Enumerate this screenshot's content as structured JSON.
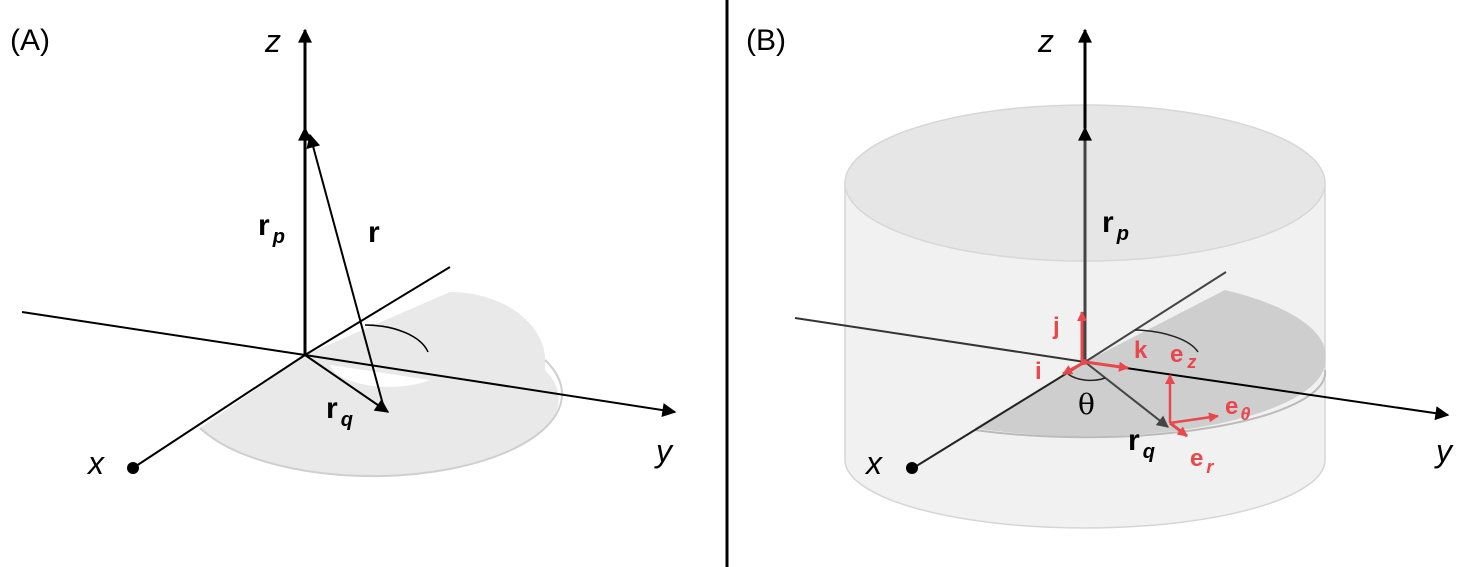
{
  "panel_a": {
    "label": "(A)",
    "axis_x": "x",
    "axis_y": "y",
    "axis_z": "z",
    "vec_rp": "r",
    "vec_rp_sub": "p",
    "vec_r": "r",
    "vec_rq": "r",
    "vec_rq_sub": "q"
  },
  "panel_b": {
    "label": "(B)",
    "axis_x": "x",
    "axis_y": "y",
    "axis_z": "z",
    "vec_rp": "r",
    "vec_rp_sub": "p",
    "vec_rq": "r",
    "vec_rq_sub": "q",
    "angle": "θ",
    "unit_i": "i",
    "unit_j": "j",
    "unit_k": "k",
    "unit_ez": "e",
    "unit_ez_sub": "z",
    "unit_etheta": "e",
    "unit_etheta_sub": "θ",
    "unit_er": "e",
    "unit_er_sub": "r"
  },
  "colors": {
    "unit_vector": "#e8474c",
    "surface": "#e6e6e6",
    "axis": "#000000"
  }
}
